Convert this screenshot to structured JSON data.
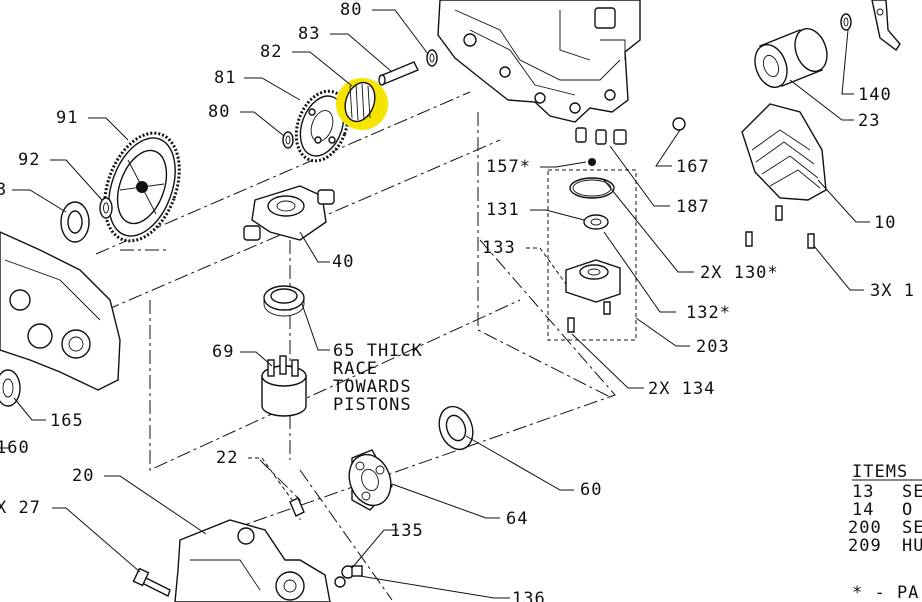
{
  "callouts": {
    "c80a": "80",
    "c83": "83",
    "c82": "82",
    "c81": "81",
    "c80b": "80",
    "c91": "91",
    "c92": "92",
    "c3": "3",
    "c40": "40",
    "c65": "65 THICK",
    "c65_line2": "RACE",
    "c65_line3": "TOWARDS",
    "c65_line4": "PISTONS",
    "c69": "69",
    "c165": "165",
    "c160": "160",
    "c20": "20",
    "c27": "X 27",
    "c22": "22",
    "c135": "135",
    "c136": "136",
    "c64": "64",
    "c60": "60",
    "c157": "157*",
    "c131": "131",
    "c133": "133",
    "c130": "2X 130*",
    "c132": "132*",
    "c203": "203",
    "c134": "2X 134",
    "c167": "167",
    "c187": "187",
    "c140": "140",
    "c23": "23",
    "c10": "10",
    "c3x1": "3X 1"
  },
  "items_table": {
    "header": "ITEMS",
    "rows": [
      {
        "num": "13",
        "text": "SE"
      },
      {
        "num": "14",
        "text": "O"
      },
      {
        "num": "200",
        "text": "SE"
      },
      {
        "num": "209",
        "text": "HU"
      }
    ],
    "footnote": "* - PA"
  },
  "colors": {
    "line": "#111111",
    "highlight": "#f5e400",
    "background": "#ffffff"
  }
}
